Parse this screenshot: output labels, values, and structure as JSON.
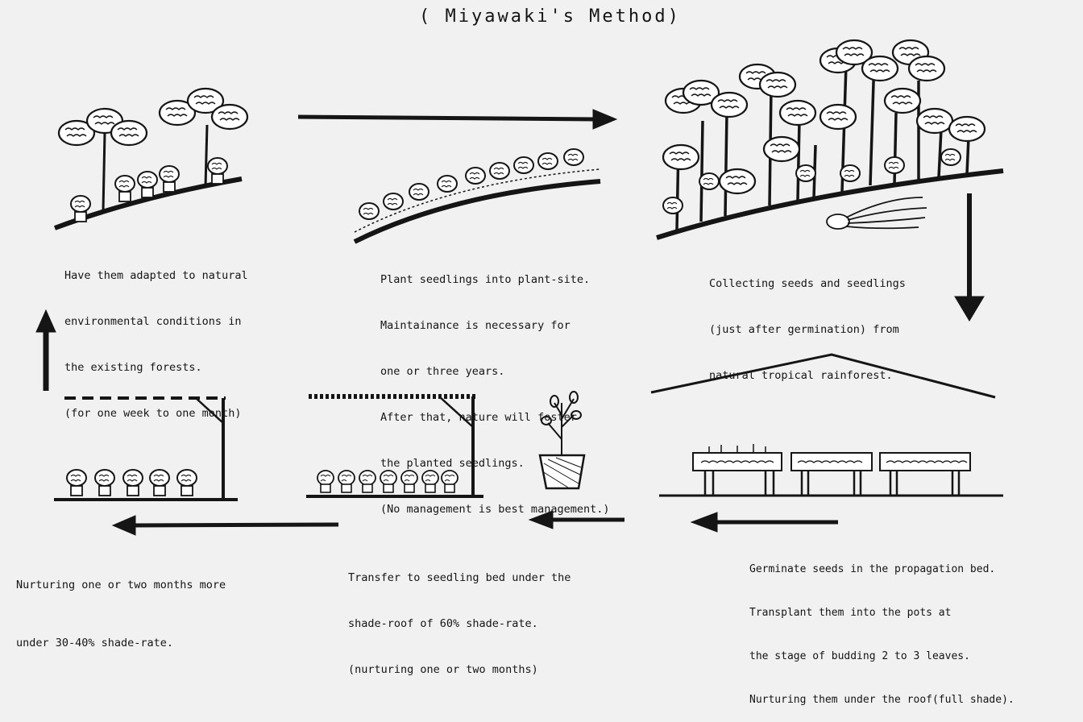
{
  "title": "( Miyawaki's Method)",
  "steps": {
    "collect": {
      "lines": [
        "Collecting seeds and seedlings",
        "(just after germination) from",
        "natural tropical rainforest."
      ]
    },
    "germinate": {
      "lines": [
        "Germinate seeds in the propagation bed.",
        "Transplant them into the pots at",
        "the stage of budding 2 to 3 leaves.",
        "Nurturing them under the roof(full shade)."
      ]
    },
    "transfer": {
      "lines": [
        "Transfer to seedling bed under the",
        "shade-roof of 60% shade-rate.",
        "(nurturing one or two months)"
      ]
    },
    "nurture": {
      "lines": [
        "Nurturing one or two months more",
        "under 30-40% shade-rate."
      ]
    },
    "adapt": {
      "lines": [
        "Have them adapted to natural",
        "environmental conditions in",
        "the existing forests.",
        "(for one week to one month)"
      ]
    },
    "plant": {
      "lines": [
        "Plant seedlings into plant-site.",
        "Maintainance is necessary for",
        "one or three years.",
        "After that, nature will foster",
        "the planted seedlings.",
        "(No management is best management.)"
      ]
    }
  },
  "colors": {
    "ink": "#151515",
    "background": "#f1f1f1"
  },
  "icons": [
    "forest-illustration",
    "adapted-seedlings-illustration",
    "planting-slope-illustration",
    "seed-pods-illustration",
    "propagation-shed-illustration",
    "potted-plant-illustration",
    "shade-roof-60-illustration",
    "shade-roof-30-illustration",
    "flow-arrow"
  ]
}
